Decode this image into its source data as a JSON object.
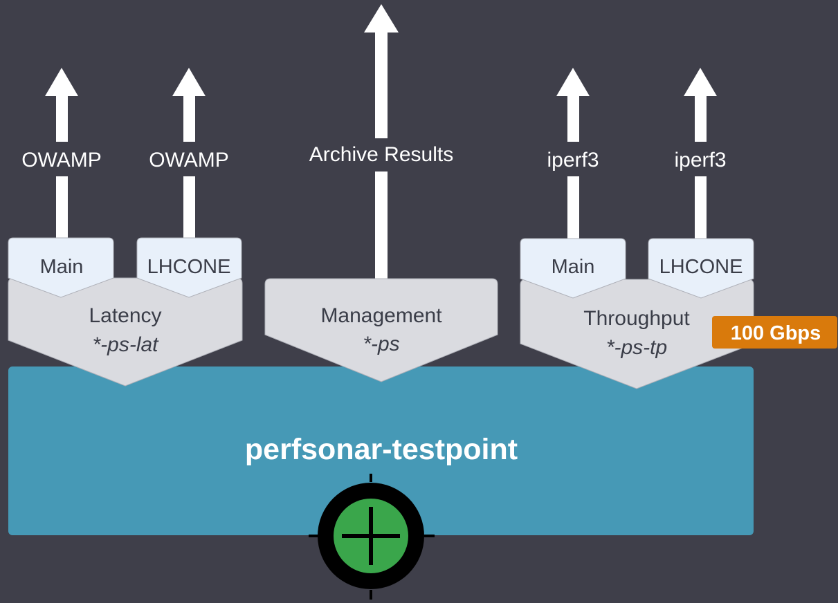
{
  "arrows": [
    {
      "label": "OWAMP"
    },
    {
      "label": "OWAMP"
    },
    {
      "label": "Archive Results"
    },
    {
      "label": "iperf3"
    },
    {
      "label": "iperf3"
    }
  ],
  "interfaces": [
    {
      "label": "Main"
    },
    {
      "label": "LHCONE"
    },
    {
      "label": "Main"
    },
    {
      "label": "LHCONE"
    }
  ],
  "services": [
    {
      "name": "Latency",
      "host": "*-ps-lat"
    },
    {
      "name": "Management",
      "host": "*-ps"
    },
    {
      "name": "Throughput",
      "host": "*-ps-tp"
    }
  ],
  "speed_badge": {
    "label": "100 Gbps"
  },
  "testpoint": {
    "label": "perfsonar-testpoint"
  },
  "icon": {
    "name": "crosshair-icon"
  },
  "colors": {
    "background": "#3f3f4a",
    "testpoint_fill": "#4699b6",
    "service_fill": "#dadbe0",
    "interface_fill": "#e8f0fa",
    "badge_fill": "#d97a0c",
    "icon_green": "#3aa64b"
  }
}
